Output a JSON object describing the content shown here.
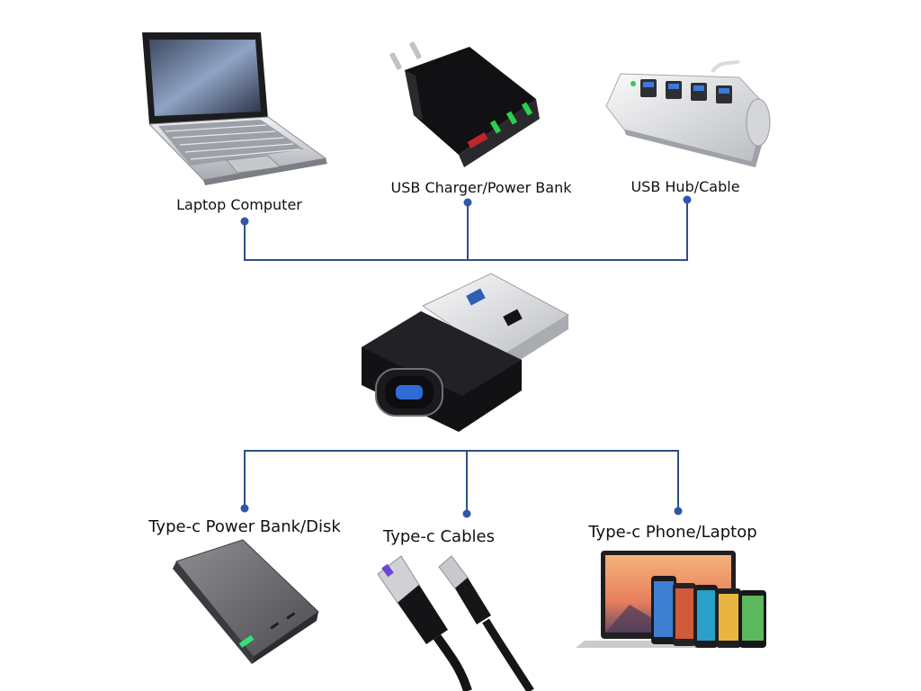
{
  "sources": [
    {
      "id": "laptop",
      "label": "Laptop Computer",
      "icon": "laptop-icon"
    },
    {
      "id": "charger",
      "label": "USB Charger/Power Bank",
      "icon": "wall-charger-icon"
    },
    {
      "id": "hub",
      "label": "USB Hub/Cable",
      "icon": "usb-hub-icon"
    }
  ],
  "adapter": {
    "icon": "usb-a-to-type-c-adapter-icon"
  },
  "targets": [
    {
      "id": "powerbank",
      "label": "Type-c Power Bank/Disk",
      "icon": "power-bank-icon"
    },
    {
      "id": "cables",
      "label": "Type-c Cables",
      "icon": "usb-cables-icon"
    },
    {
      "id": "devices",
      "label": "Type-c Phone/Laptop",
      "icon": "phones-laptop-icon"
    }
  ],
  "colors": {
    "connector": "#2f4f86",
    "node": "#2c58a8",
    "device_dark": "#1b1b1d",
    "device_silver": "#c9cbcf"
  }
}
